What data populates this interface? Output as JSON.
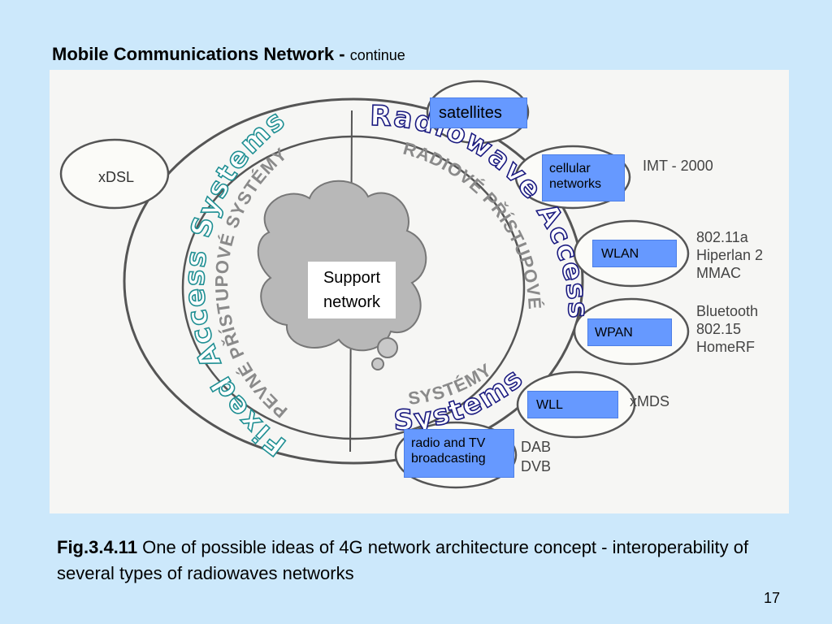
{
  "slide": {
    "title": "Mobile Communications Network -",
    "subtitle": "continue",
    "page_number": "17"
  },
  "diagram": {
    "center_label": [
      "Support",
      "network"
    ],
    "left_bubble": "xDSL",
    "right_bubbles": [
      {
        "blue_label": [
          "satellites"
        ],
        "side_text": []
      },
      {
        "blue_label": [
          "cellular",
          "networks"
        ],
        "side_text": [
          "IMT - 2000"
        ]
      },
      {
        "blue_label": [
          "WLAN"
        ],
        "side_text": [
          "802.11a",
          "Hiperlan 2",
          "MMAC"
        ]
      },
      {
        "blue_label": [
          "WPAN"
        ],
        "side_text": [
          "Bluetooth",
          "802.15",
          "HomeRF"
        ]
      },
      {
        "blue_label": [
          "WLL"
        ],
        "side_text": [
          "xMDS"
        ]
      },
      {
        "blue_label": [
          "radio and TV",
          "broadcasting"
        ],
        "side_text": [
          "DAB",
          "DVB"
        ]
      }
    ],
    "arc_labels": {
      "fixed_en": "Fixed Access Systems",
      "fixed_cz": "PEVNÉ PŘÍSTUPOVÉ SYSTÉMY",
      "radio_en_top": "Radiowave Access",
      "radio_en_bottom": "Systems",
      "radio_cz_top": "RADIOVÉ PŘÍSTUPOVÉ",
      "radio_cz_bottom": "SYSTÉMY"
    }
  },
  "caption": {
    "fig_id": "Fig.3.4.11",
    "text": " One of possible ideas of 4G network architecture concept - interoperability of several types of radiowaves networks"
  }
}
